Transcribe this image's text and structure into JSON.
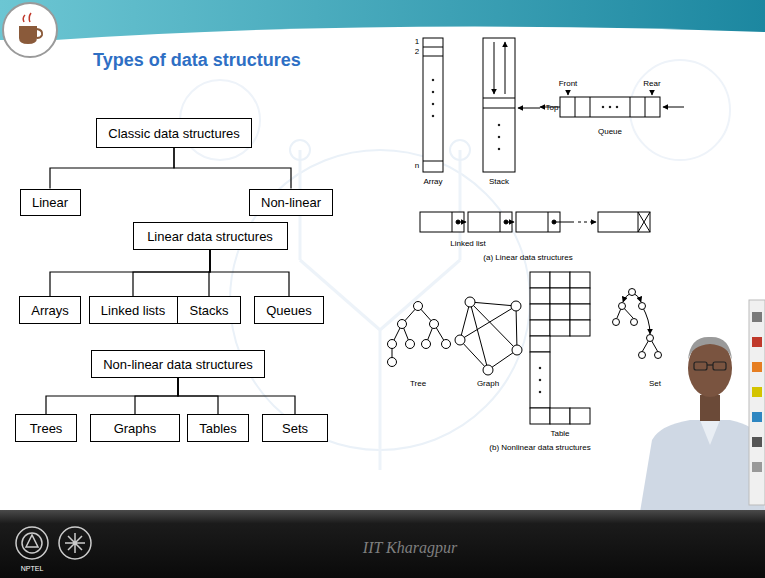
{
  "diagram": {
    "title": "Types of data structures",
    "nodes": [
      {
        "text": [
          "Classic data structures"
        ]
      },
      {
        "text": [
          "Linear"
        ]
      },
      {
        "text": [
          "Non-linear"
        ]
      },
      {
        "text": [
          "Linear data structures"
        ]
      },
      {
        "text": [
          "Arrays"
        ]
      },
      {
        "text": [
          "Linked lists"
        ]
      },
      {
        "text": [
          "Stacks"
        ]
      },
      {
        "text": [
          "Queues"
        ]
      },
      {
        "text": [
          "Non-linear data structures"
        ]
      },
      {
        "text": [
          "Trees"
        ]
      },
      {
        "text": [
          "Graphs"
        ]
      },
      {
        "text": [
          "Tables"
        ]
      },
      {
        "text": [
          "Sets"
        ]
      }
    ],
    "edges": [
      {
        "from": 0,
        "to": 1,
        "arrow": "none"
      },
      {
        "from": 0,
        "to": 2,
        "arrow": "none"
      },
      {
        "from": 3,
        "to": 4,
        "arrow": "none"
      },
      {
        "from": 3,
        "to": 5,
        "arrow": "none"
      },
      {
        "from": 3,
        "to": 6,
        "arrow": "none"
      },
      {
        "from": 3,
        "to": 7,
        "arrow": "none"
      },
      {
        "from": 8,
        "to": 9,
        "arrow": "none"
      },
      {
        "from": 8,
        "to": 10,
        "arrow": "none"
      },
      {
        "from": 8,
        "to": 11,
        "arrow": "none"
      },
      {
        "from": 8,
        "to": 12,
        "arrow": "none"
      }
    ],
    "labels": [
      "1",
      "2",
      "n",
      "Array",
      "Top",
      "Stack",
      "Front",
      "Rear",
      "Queue",
      "Linked list",
      "(a) Linear data structures",
      "Tree",
      "Graph",
      "Table",
      "Set",
      "(b) Nonlinear data structures",
      "IIT Kharagpur",
      "NPTEL"
    ]
  }
}
